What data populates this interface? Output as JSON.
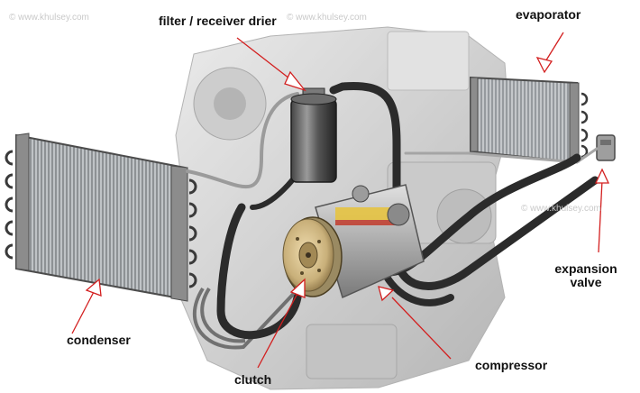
{
  "labels": {
    "filter": "filter / receiver drier",
    "evaporator": "evaporator",
    "expansion_line1": "expansion",
    "expansion_line2": "valve",
    "condenser": "condenser",
    "clutch": "clutch",
    "compressor": "compressor"
  },
  "watermark": "© www.khulsey.com",
  "colors": {
    "arrow": "#d31f1f",
    "hose": "#2b2b2b",
    "engine": "#c8c8c8",
    "coil": "#3a3a3a",
    "clutch_gold": "#c9b07a"
  }
}
